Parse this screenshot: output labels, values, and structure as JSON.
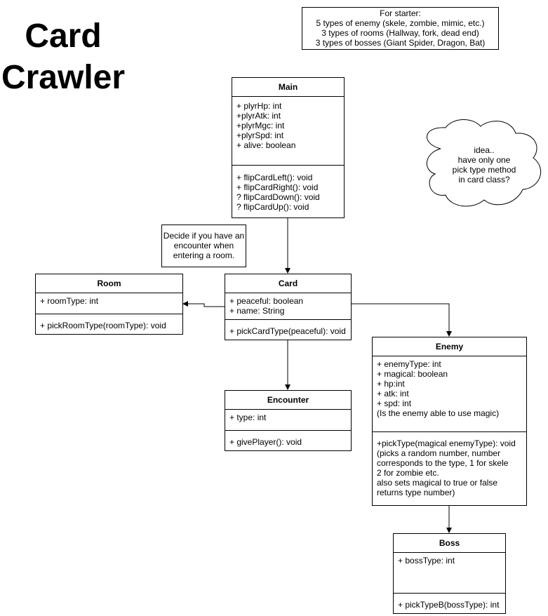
{
  "title": {
    "line1": "Card",
    "line2": "Crawler"
  },
  "notes": {
    "starter": [
      "For starter:",
      "5 types of enemy (skele, zombie, mimic, etc.)",
      "3 types of rooms (Hallway, fork, dead end)",
      "3 types of bosses (Giant Spider, Dragon, Bat)"
    ],
    "encounter": [
      "Decide if you have an",
      "encounter when",
      "entering a room."
    ],
    "idea": [
      "idea..",
      "have only one",
      "pick type method",
      "in card class?"
    ]
  },
  "classes": {
    "main": {
      "name": "Main",
      "attributes": [
        "+ plyrHp: int",
        "+plyrAtk: int",
        "+plyrMgc: int",
        "+plyrSpd: int",
        "+ alive: boolean"
      ],
      "methods": [
        "+ flipCardLeft(): void",
        "+ flipCardRight(): void",
        "? flipCardDown(): void",
        "? flipCardUp(): void"
      ]
    },
    "room": {
      "name": "Room",
      "attributes": [
        "+ roomType: int"
      ],
      "methods": [
        "+ pickRoomType(roomType): void"
      ]
    },
    "card": {
      "name": "Card",
      "attributes": [
        "+ peaceful: boolean",
        "+ name: String"
      ],
      "methods": [
        "+ pickCardType(peaceful): void"
      ]
    },
    "encounter": {
      "name": "Encounter",
      "attributes": [
        "+ type: int"
      ],
      "methods": [
        "+ givePlayer(): void"
      ]
    },
    "enemy": {
      "name": "Enemy",
      "attributes": [
        "+ enemyType: int",
        "+ magical: boolean",
        "+ hp:int",
        "+ atk: int",
        "+ spd: int",
        "(Is the enemy able to use magic)"
      ],
      "methods": [
        "+pickType(magical enemyType): void",
        "(picks a random number, number",
        "corresponds to the type, 1 for skele",
        "2 for zombie etc.",
        "also sets magical to true or false",
        "returns type number)"
      ]
    },
    "boss": {
      "name": "Boss",
      "attributes": [
        "+ bossType: int"
      ],
      "methods": [
        "+ pickTypeB(bossType): int"
      ]
    }
  }
}
